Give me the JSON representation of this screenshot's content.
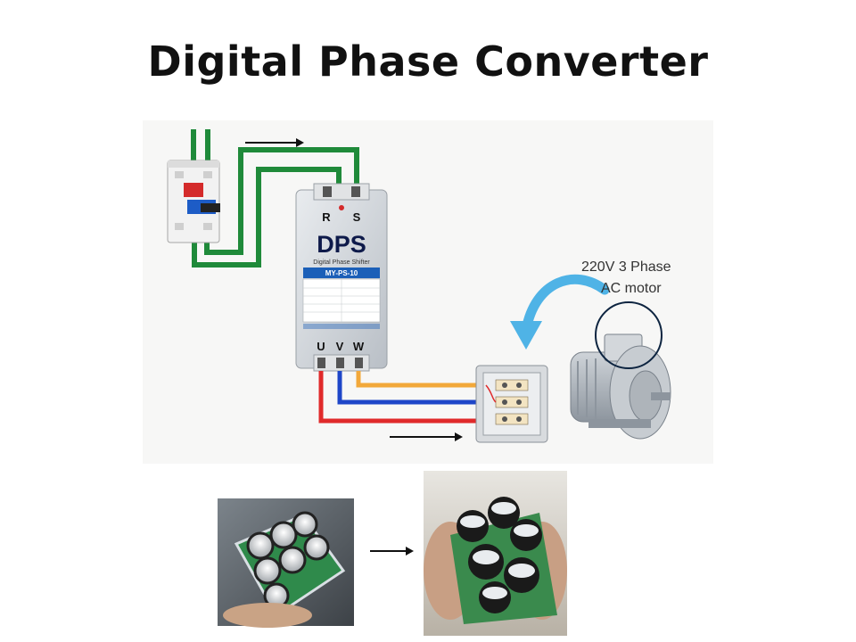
{
  "title": "Digital Phase Converter",
  "device": {
    "brand": "DPS",
    "subtitle": "Digital Phase Shifter",
    "model": "MY-PS-10",
    "input_terminals": [
      "R",
      "S"
    ],
    "output_terminals": [
      "U",
      "V",
      "W"
    ]
  },
  "motor": {
    "label_line1": "220V 3 Phase",
    "label_line2": "AC motor"
  },
  "wire_colors": {
    "input": "#1f8a3a",
    "out_u": "#e02a2a",
    "out_v": "#1e46c8",
    "out_w": "#f2a83a",
    "callout_arrow": "#4fb3e6"
  },
  "icons": [
    "breaker-icon",
    "flow-arrow-icon",
    "curved-arrow-icon",
    "terminal-box-icon",
    "motor-icon",
    "capacitor-board-photo"
  ]
}
